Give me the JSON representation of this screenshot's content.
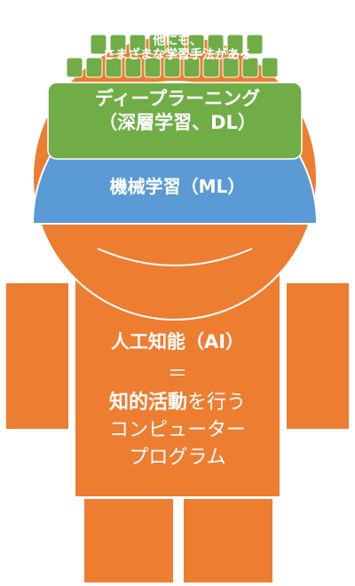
{
  "diagram": {
    "colors": {
      "orange": "#ED7D31",
      "blue": "#5B9BD5",
      "green": "#70AD47",
      "outline": "#ffffff",
      "text": "#ffffff"
    },
    "head": {
      "other_methods_line1": "他にも、",
      "other_methods_line2": "さまざまな学習手法がある",
      "deep_learning_line1": "ディープラーニング",
      "deep_learning_line2": "（深層学習、DL）",
      "machine_learning": "機械学習（ML）"
    },
    "body": {
      "ai_title": "人工知能（AI）",
      "equals": "＝",
      "definition_bold": "知的活動",
      "definition_rest": "を行う",
      "definition_line2": "コンピューター",
      "definition_line3": "プログラム"
    }
  }
}
